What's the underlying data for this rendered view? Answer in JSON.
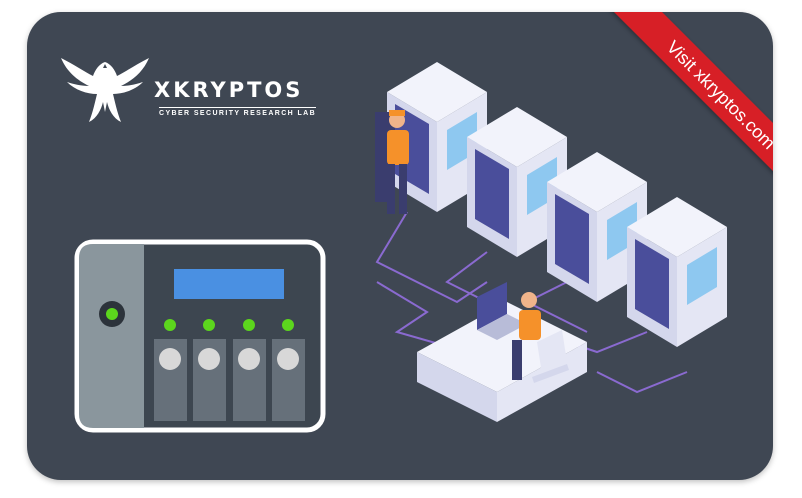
{
  "brand": {
    "name": "XKRYPTOS",
    "tagline": "CYBER SECURITY RESEARCH LAB",
    "accent": "#d71f26"
  },
  "ribbon": {
    "label": "Visit xkryptos.com",
    "color": "#d71f26"
  },
  "colors": {
    "card_bg": "#3f4753",
    "nas_body": "#3d4650",
    "nas_panel": "#8a969d",
    "nas_screen": "#4a90e2",
    "nas_led": "#5cd61d",
    "server_body": "#e4e6f4",
    "server_face": "#4a4e9b",
    "cable": "#8a6ad0",
    "worker_shirt": "#f5912a"
  },
  "icons": {
    "logo": "eagle-icon",
    "nas": "nas-device-icon",
    "servers": "server-rack-icon",
    "worker": "technician-icon",
    "desk": "laptop-desk-icon"
  }
}
